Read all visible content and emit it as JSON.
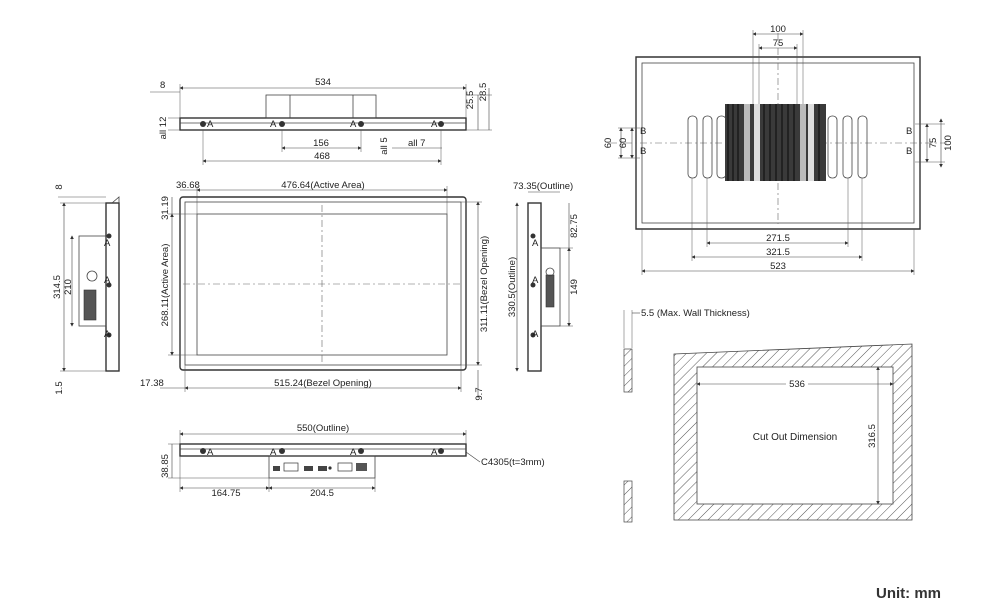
{
  "unit_label": "Unit: mm",
  "top_view": {
    "w_534": "534",
    "h_8": "8",
    "d_25_5": "25.5",
    "d_28_5": "28.5",
    "all_12": "all 12",
    "d_156": "156",
    "d_468": "468",
    "all_5": "all 5",
    "all_7": "all 7",
    "marker_a": "A"
  },
  "front_view": {
    "d_36_68": "36.68",
    "active_width": "476.64(Active Area)",
    "d_31_19": "31.19",
    "active_height": "268.11(Active Area)",
    "bezel_height": "311.11(Bezel Opening)",
    "bezel_width": "515.24(Bezel Opening)",
    "d_17_38": "17.38",
    "d_9_7": "9.7"
  },
  "left_view": {
    "d_8": "8",
    "d_314_5": "314.5",
    "d_210": "210",
    "d_1_5": "1.5"
  },
  "right_view": {
    "outline_depth": "73.35(Outline)",
    "d_82_75": "82.75",
    "outline_height": "330.5(Outline)",
    "d_149": "149"
  },
  "bottom_view": {
    "outline_width": "550(Outline)",
    "d_38_85": "38.85",
    "d_164_75": "164.75",
    "d_204_5": "204.5",
    "clip_note": "C4305(t=3mm)"
  },
  "rear_view": {
    "d_100_top": "100",
    "d_75_top": "75",
    "d_60_a": "60",
    "d_60_b": "60",
    "d_75_side": "75",
    "d_100_side": "100",
    "d_271_5": "271.5",
    "d_321_5": "321.5",
    "d_523": "523",
    "marker_b": "B"
  },
  "cutout": {
    "wall_note": "5.5 (Max. Wall Thickness)",
    "d_536": "536",
    "d_316_5": "316.5",
    "title": "Cut Out Dimension"
  }
}
